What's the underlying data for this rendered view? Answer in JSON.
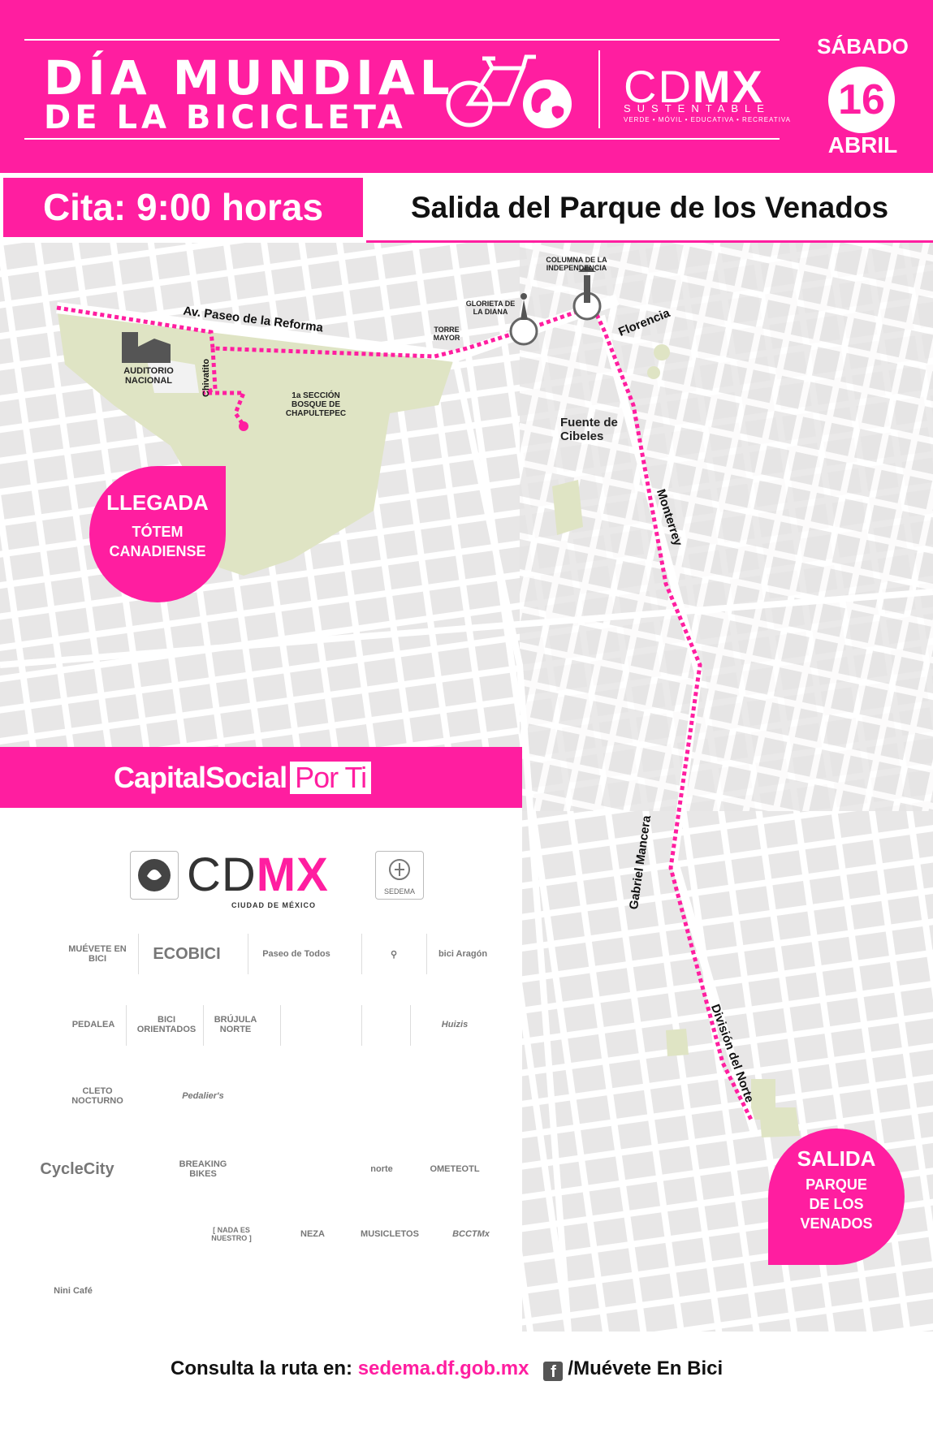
{
  "header": {
    "title_line1": "DÍA MUNDIAL",
    "title_line2": "DE LA BICICLETA",
    "brand": {
      "name_light": "CD",
      "name_bold": "MX",
      "subtitle": "SUSTENTABLE",
      "tagline": "VERDE • MÓVIL • EDUCATIVA • RECREATIVA"
    },
    "date": {
      "day_name": "SÁBADO",
      "day_number": "16",
      "month": "ABRIL"
    }
  },
  "info_bar": {
    "cita": "Cita: 9:00 horas",
    "salida": "Salida del Parque de los Venados"
  },
  "map": {
    "landmarks": {
      "columna": "COLUMNA DE LA INDEPENDENCIA",
      "glorieta": "GLORIETA DE LA DIANA",
      "torre": "TORRE MAYOR",
      "auditorio": "AUDITORIO NACIONAL",
      "bosque": "1a SECCIÓN BOSQUE DE CHAPULTEPEC",
      "cibeles": "Fuente de Cibeles"
    },
    "streets": {
      "reforma": "Av. Paseo de la Reforma",
      "chivatito": "Chivatito",
      "florencia": "Florencia",
      "monterrey": "Monterrey",
      "mancera": "Gabriel Mancera",
      "division": "División del Norte"
    },
    "llegada": {
      "title": "LLEGADA",
      "line1": "TÓTEM",
      "line2": "CANADIENSE"
    },
    "salida": {
      "title": "SALIDA",
      "line1": "PARQUE",
      "line2": "DE LOS",
      "line3": "VENADOS"
    },
    "colors": {
      "route": "#ff1ea0",
      "park": "#dfe4c4",
      "streets": "#ffffff",
      "blocks": "#e8e7e7"
    }
  },
  "sponsors": {
    "banner_bold": "CapitalSocial",
    "banner_box": "Por Ti",
    "gov": {
      "cdmx_light": "CD",
      "cdmx_bold": "MX",
      "cdmx_sub": "CIUDAD DE MÉXICO",
      "sedema": "SEDEMA"
    },
    "row1": [
      "MUÉVETE EN BICI",
      "ECOBICI",
      "Paseo de Todos",
      "",
      "bici Aragón"
    ],
    "row2": [
      "PEDALEA",
      "BICI ORIENTADOS",
      "BRÚJULA NORTE",
      "",
      "",
      "Huizis"
    ],
    "row3": [
      "CLETO NOCTURNO",
      "Pedalier's",
      "",
      "",
      ""
    ],
    "row4": [
      "CycleCity",
      "BREAKING BIKES",
      "",
      "norte",
      "OMETEOTL"
    ],
    "row5": [
      "",
      "",
      "[ NADA ES NUESTRO ]",
      "NEZA",
      "MUSICLETOS",
      "BCCTMx"
    ],
    "row6": [
      "Nini Café",
      "",
      "",
      "",
      "",
      ""
    ]
  },
  "footer": {
    "label": "Consulta la ruta en: ",
    "url": "sedema.df.gob.mx",
    "facebook": "/Muévete En Bici"
  }
}
